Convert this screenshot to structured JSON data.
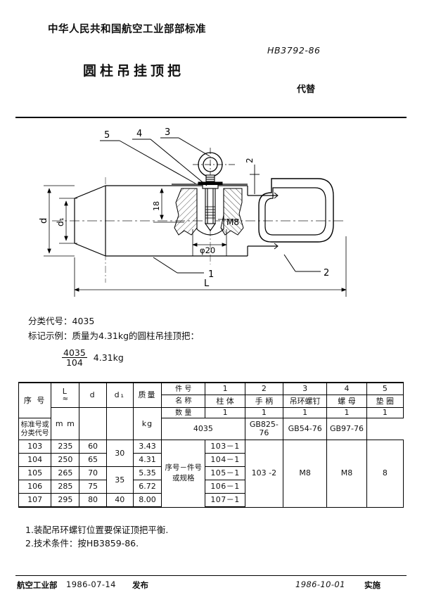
{
  "header": {
    "ministry": "中华人民共和国航空工业部部标准",
    "standard_number": "HB3792-86",
    "title": "圆柱吊挂顶把",
    "replaces_label": "代替"
  },
  "drawing": {
    "callouts": [
      "5",
      "4",
      "3",
      "2",
      "1",
      "2"
    ],
    "dimensions": {
      "d": "d",
      "d1": "d₁",
      "L": "L",
      "depth": "18",
      "thread": "M8",
      "bore": "φ20",
      "section": "2"
    }
  },
  "spec": {
    "class_code_label": "分类代号：4035",
    "marking_example_label": "标记示例：质量为4.31kg的圆柱吊挂顶把：",
    "marking_numerator": "4035",
    "marking_denominator": "104",
    "marking_mass": "4.31kg"
  },
  "table": {
    "columns": {
      "seq": "序  号",
      "L": "L",
      "L_approx": "≈",
      "d": "d",
      "d1": "d₁",
      "mass": "质量",
      "unit_mm": "m m",
      "unit_kg": "kg",
      "part_no": "件  号",
      "part_name": "名  称",
      "quantity": "数  量",
      "standard_code": "标准号或分类代号",
      "seq_partno_spec": "序号－件号或规格"
    },
    "parts": [
      {
        "no": "1",
        "name": "柱  体",
        "qty": "1",
        "standard": "4035"
      },
      {
        "no": "2",
        "name": "手  柄",
        "qty": "1",
        "standard": "4035"
      },
      {
        "no": "3",
        "name": "吊环螺钉",
        "qty": "1",
        "standard": "GB825-76"
      },
      {
        "no": "4",
        "name": "螺  母",
        "qty": "1",
        "standard": "GB54-76"
      },
      {
        "no": "5",
        "name": "垫  圈",
        "qty": "1",
        "standard": "GB97-76"
      }
    ],
    "merged_standard_1_2": "4035",
    "rows": [
      {
        "seq": "103",
        "L": "235",
        "d": "60",
        "d1": "30",
        "mass": "3.43",
        "part1": "103－1"
      },
      {
        "seq": "104",
        "L": "250",
        "d": "65",
        "d1": "30",
        "mass": "4.31",
        "part1": "104－1"
      },
      {
        "seq": "105",
        "L": "265",
        "d": "70",
        "d1": "35",
        "mass": "5.35",
        "part1": "105－1"
      },
      {
        "seq": "106",
        "L": "285",
        "d": "75",
        "d1": "35",
        "mass": "6.72",
        "part1": "106－1"
      },
      {
        "seq": "107",
        "L": "295",
        "d": "80",
        "d1": "40",
        "mass": "8.00",
        "part1": "107－1"
      }
    ],
    "merged_cells": {
      "d1_group_a": "30",
      "d1_group_b": "35",
      "d1_last": "40",
      "part2": "103 -2",
      "part3": "M8",
      "part4": "M8",
      "part5": "8"
    }
  },
  "notes": {
    "note1": "1.装配吊环螺钉位置要保证顶把平衡.",
    "note2": "2.技术条件：按HB3859-86."
  },
  "footer": {
    "issuer": "航空工业部",
    "issue_date": "1986-07-14",
    "issue_label": "发布",
    "impl_date": "1986-10-01",
    "impl_label": "实施"
  }
}
